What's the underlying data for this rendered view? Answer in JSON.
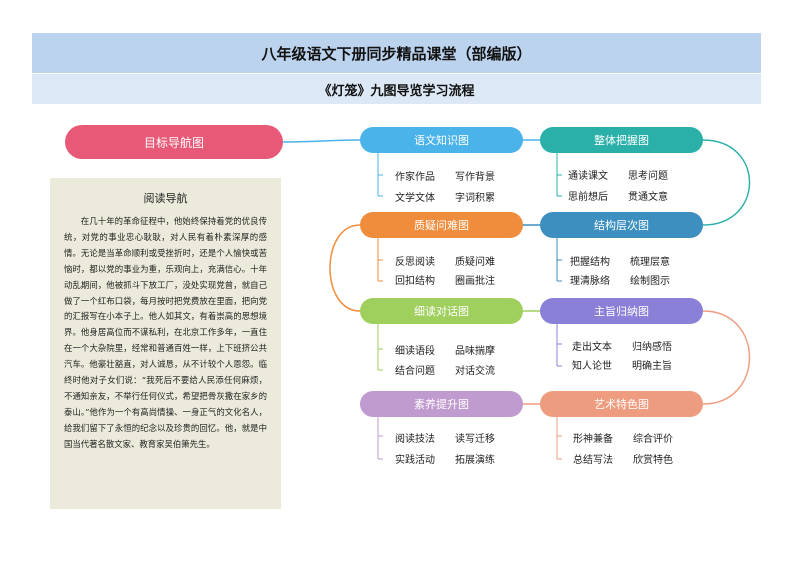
{
  "header": {
    "title": "八年级语文下册同步精品课堂（部编版）",
    "subtitle": "《灯笼》九图导览学习流程"
  },
  "goal": {
    "label": "目标导航图",
    "color": "#e85977"
  },
  "nodes": {
    "n1": {
      "label": "语文知识图",
      "color": "#4ab3ea",
      "items": [
        "作家作品",
        "写作背景",
        "文学文体",
        "字词积累"
      ]
    },
    "n2": {
      "label": "整体把握图",
      "color": "#2ab0a9",
      "items": [
        "通读课文",
        "思考问题",
        "思前想后",
        "贯通文意"
      ]
    },
    "n3": {
      "label": "质疑问难图",
      "color": "#f08d3c",
      "items": [
        "反思阅读",
        "质疑问难",
        "回扣结构",
        "圈画批注"
      ]
    },
    "n4": {
      "label": "结构层次图",
      "color": "#3c8fbf",
      "items": [
        "把握结构",
        "梳理层意",
        "理清脉络",
        "绘制图示"
      ]
    },
    "n5": {
      "label": "细读对话图",
      "color": "#9fcf5c",
      "items": [
        "细读语段",
        "品味揣摩",
        "结合问题",
        "对话交流"
      ]
    },
    "n6": {
      "label": "主旨归纳图",
      "color": "#8b80d8",
      "items": [
        "走出文本",
        "归纳感悟",
        "知人论世",
        "明确主旨"
      ]
    },
    "n7": {
      "label": "素养提升图",
      "color": "#c09bcf",
      "items": [
        "阅读技法",
        "读写迁移",
        "实践活动",
        "拓展演练"
      ]
    },
    "n8": {
      "label": "艺术特色图",
      "color": "#ee9c80",
      "items": [
        "形神兼备",
        "综合评价",
        "总结写法",
        "欣赏特色"
      ]
    }
  },
  "reading": {
    "title": "阅读导航",
    "body": "在几十年的革命征程中，他始终保持着党的优良传统，对党的事业忠心耿耿，对人民有着朴素深厚的感情。无论是当革命顺利或受挫折时，还是个人愉快或苦恼时，都以党的事业为重，乐观向上，充满信心。十年动乱期间，他被抓斗下放工厂，没处实现党曾，就自己做了一个红布口袋，每月按时把党费放在里面，把向党的汇报写在小本子上。他人如其文，有着崇高的思想境界。他身居高位而不谋私利，在北京工作多年，一直住在一个大杂院里，经常和普通百姓一样，上下班挤公共汽车。他豪壮豁直，对人诚恳，从不计较个人恩怨。临终时他对子女们说：“我死后不要给人民添任何麻烦，不通知亲友，不举行任何仪式，希望把骨灰撒在家乡的泰山。”他作为一个有高尚情操、一身正气的文化名人，给我们留下了永恒的纪念以及珍贵的回忆。他，就是中国当代著名散文家、教育家吴伯箫先生。"
  }
}
